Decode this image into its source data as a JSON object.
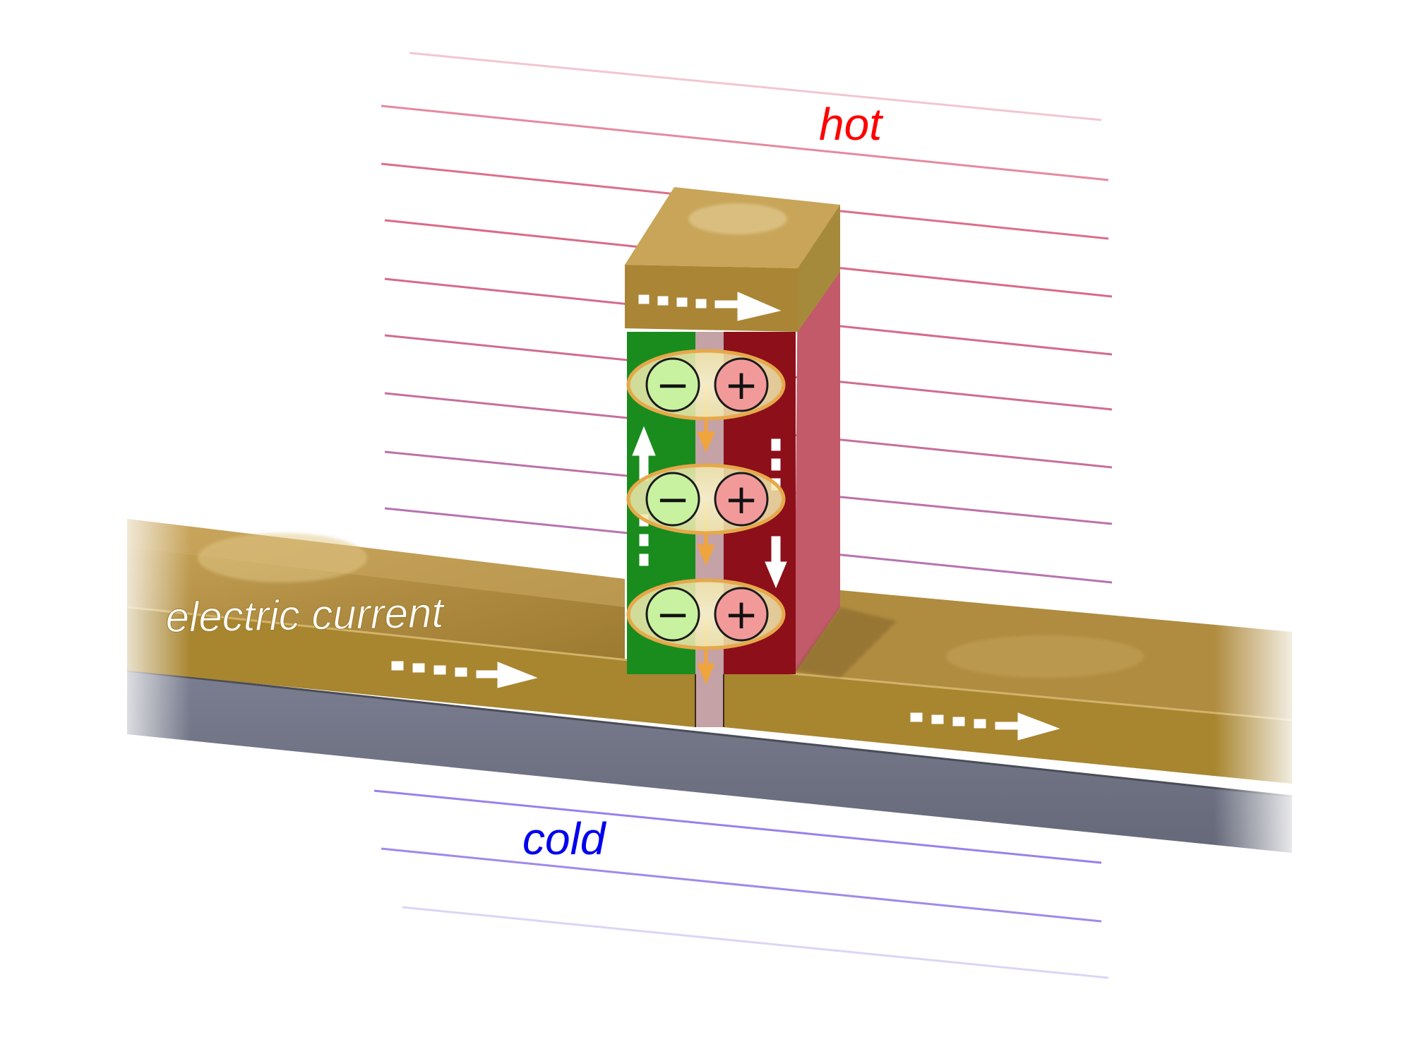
{
  "labels": {
    "hot": "hot",
    "cold": "cold",
    "current": "electric current"
  },
  "symbols": {
    "minus": "−",
    "plus": "+"
  },
  "pairs": [
    {
      "minus": "−",
      "plus": "+"
    },
    {
      "minus": "−",
      "plus": "+"
    },
    {
      "minus": "−",
      "plus": "+"
    }
  ],
  "colors": {
    "hot_text": "#ff0000",
    "cold_text": "#0000ee",
    "hot_lines": "#d85a7a",
    "cold_lines": "#8a6ee8",
    "copper": "#a98535",
    "copper_light": "#c8a85a",
    "base": "#6e7284",
    "n_type": "#1a8c1e",
    "p_type": "#8c0f1a",
    "junction": "#c4a2a6",
    "pair_fill": "#f2eeb4",
    "pair_ring": "#e6a84a",
    "minus_circle": "#c8f2a0",
    "plus_circle": "#f29a9a",
    "flow_arrow": "#f0a43c"
  }
}
